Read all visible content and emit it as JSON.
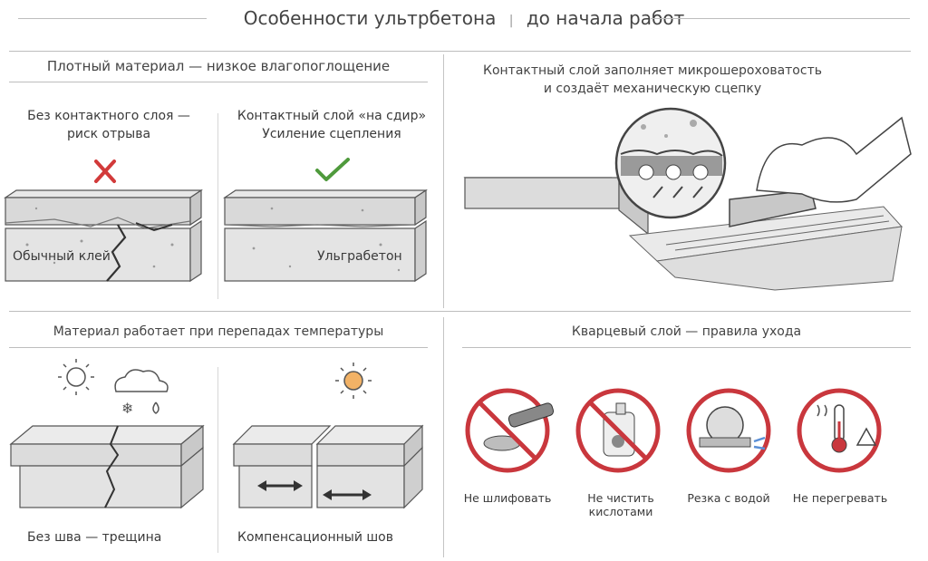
{
  "header": {
    "title_main": "Особенности ультрбетона",
    "title_sep": "|",
    "title_sub": "до начала работ"
  },
  "panel_density": {
    "title": "Плотный материал — низкое влагопоглощение",
    "left_caption_1": "Без контактного слоя —",
    "left_caption_2": "риск отрыва",
    "right_caption_1": "Контактный слой «на сдир»",
    "right_caption_2": "Усиление сцепления",
    "left_block_label": "Обычный клей",
    "right_block_label": "Ульграбетон",
    "fail_color": "#d23a3a",
    "ok_color": "#4f9a3c"
  },
  "panel_contact": {
    "caption_1": "Контактный слой заполняет микрошероховатость",
    "caption_2": "и создаёт механическую сцепку"
  },
  "panel_temperature": {
    "title": "Материал работает при перепадах температуры",
    "left_caption": "Без шва — трещина",
    "right_caption": "Компенсационный шов",
    "sun_color": "#f2b266"
  },
  "panel_care": {
    "title": "Кварцевый слой — правила ухода",
    "items": [
      {
        "label": "Не шлифовать",
        "icon": "grinder-icon"
      },
      {
        "label": "Не чистить кислотами",
        "icon": "acid-bottle-icon"
      },
      {
        "label": "Резка с водой",
        "icon": "wet-saw-icon"
      },
      {
        "label": "Не перегревать",
        "icon": "thermometer-warning-icon"
      }
    ],
    "prohibit_color": "#c9373d"
  }
}
